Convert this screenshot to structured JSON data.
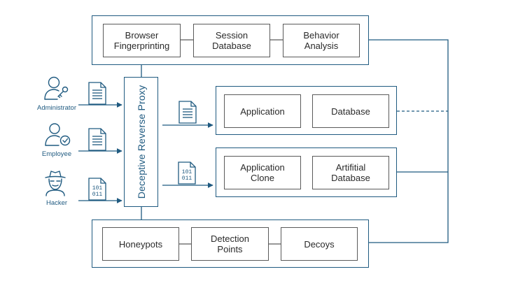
{
  "diagram": {
    "proxy_label": "Deceptive Reverse Proxy",
    "tracking_group": {
      "items": [
        "Browser\nFingerprinting",
        "Session\nDatabase",
        "Behavior\nAnalysis"
      ]
    },
    "real_group": {
      "items": [
        "Application",
        "Database"
      ]
    },
    "clone_group": {
      "items": [
        "Application\nClone",
        "Artifitial\nDatabase"
      ]
    },
    "deception_group": {
      "items": [
        "Honeypots",
        "Detection\nPoints",
        "Decoys"
      ]
    },
    "actors": [
      {
        "label": "Administrator",
        "icon": "administrator-key-icon"
      },
      {
        "label": "Employee",
        "icon": "employee-check-icon"
      },
      {
        "label": "Hacker",
        "icon": "hacker-spy-icon"
      }
    ],
    "binary_text": [
      "101",
      "011"
    ],
    "colors": {
      "accent": "#1f5a80",
      "box_border": "#5a5a5a",
      "text": "#2a2a2a"
    }
  }
}
